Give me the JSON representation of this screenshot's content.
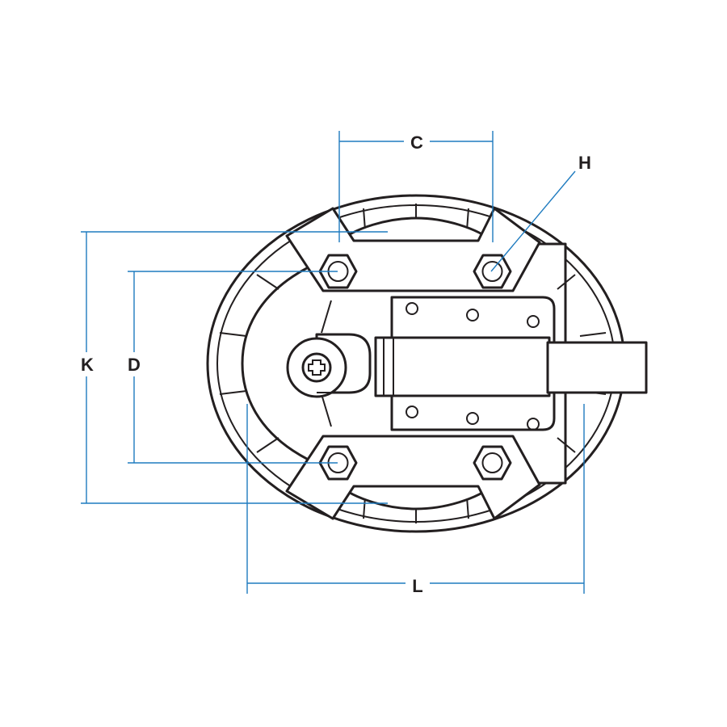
{
  "diagram": {
    "labels": {
      "c": "C",
      "h": "H",
      "k": "K",
      "d": "D",
      "l": "L"
    },
    "colors": {
      "outline": "#231f20",
      "dimension_line": "#1f7bbf",
      "background": "#ffffff"
    },
    "icons": {
      "screw": "phillips-screw-icon",
      "nut": "hex-nut-icon"
    }
  }
}
